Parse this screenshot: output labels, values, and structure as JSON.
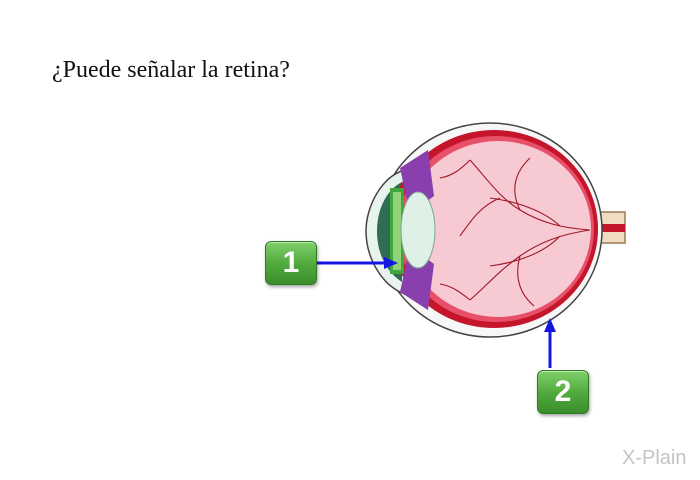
{
  "question": "¿Puede señalar la retina?",
  "buttons": [
    {
      "label": "1"
    },
    {
      "label": "2"
    }
  ],
  "logo": "X-Plain",
  "colors": {
    "button_green": "#4fa83c",
    "pointer_blue": "#1515e0",
    "sclera_dark_red": "#c4152a",
    "retina_pink": "#f7c9d2",
    "iris_green": "#3fa83c",
    "iris_purple": "#8a3fae"
  }
}
